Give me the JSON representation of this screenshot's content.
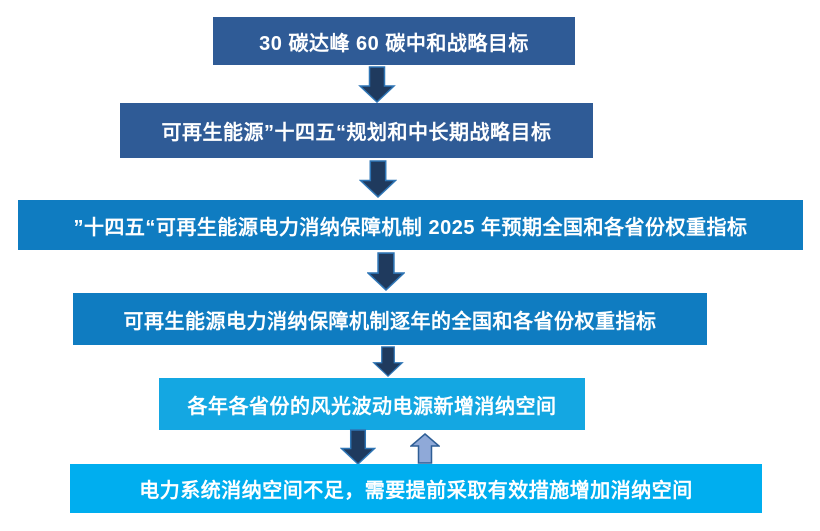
{
  "diagram": {
    "type": "flowchart",
    "background": "#FFFFFF",
    "text_color": "#FFFFFF",
    "nodes": [
      {
        "id": "node-1",
        "label": "30 碳达峰 60 碳中和战略目标",
        "color": "#2F5B96"
      },
      {
        "id": "node-2",
        "label": "可再生能源”十四五“规划和中长期战略目标",
        "color": "#2F5B96"
      },
      {
        "id": "node-3",
        "label": "”十四五“可再生能源电力消纳保障机制 2025 年预期全国和各省份权重指标",
        "color": "#0F7CC1"
      },
      {
        "id": "node-4",
        "label": "可再生能源电力消纳保障机制逐年的全国和各省份权重指标",
        "color": "#0F7CC1"
      },
      {
        "id": "node-5",
        "label": "各年各省份的风光波动电源新增消纳空间",
        "color": "#14A7E2"
      },
      {
        "id": "node-6",
        "label": "电力系统消纳空间不足，需要提前采取有效措施增加消纳空间",
        "color": "#00AEEF"
      }
    ],
    "arrows": [
      {
        "direction": "down",
        "from": "node-1",
        "to": "node-2"
      },
      {
        "direction": "down",
        "from": "node-2",
        "to": "node-3"
      },
      {
        "direction": "down",
        "from": "node-3",
        "to": "node-4"
      },
      {
        "direction": "down",
        "from": "node-4",
        "to": "node-5"
      },
      {
        "direction": "down",
        "from": "node-5",
        "to": "node-6"
      },
      {
        "direction": "up",
        "from": "node-6",
        "to": "node-5"
      }
    ],
    "arrow_style": {
      "down_fill": "#1F3A5E",
      "down_stroke": "#2E75B5",
      "up_fill": "#8FA9D8",
      "up_stroke": "#2E5E95"
    }
  }
}
